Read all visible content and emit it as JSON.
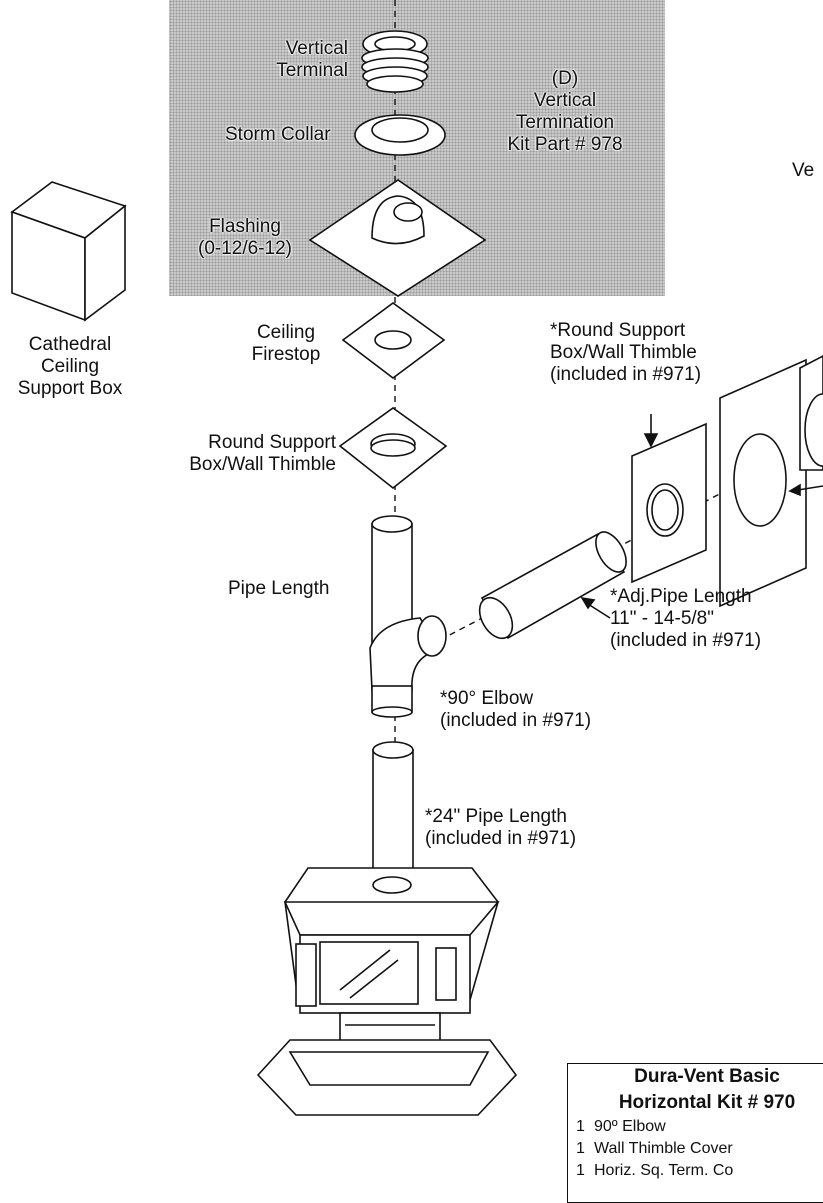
{
  "labels": {
    "vertical_terminal": [
      "Vertical",
      "Terminal"
    ],
    "storm_collar": "Storm Collar",
    "vertical_kit": [
      "(D)",
      "Vertical",
      "Termination",
      "Kit Part # 978"
    ],
    "flashing": [
      "Flashing",
      "(0-12/6-12)"
    ],
    "cathedral_box": [
      "Cathedral",
      "Ceiling",
      "Support Box"
    ],
    "ceiling_firestop": [
      "Ceiling",
      "Firestop"
    ],
    "round_support": [
      "Round Support",
      "Box/Wall Thimble"
    ],
    "round_support_star": [
      "*Round Support",
      "Box/Wall Thimble",
      "(included in #971)"
    ],
    "pipe_length": "Pipe Length",
    "adj_pipe": [
      "*Adj.Pipe Length",
      "11\" - 14-5/8\"",
      "(included in #971)"
    ],
    "elbow": [
      "*90° Elbow",
      "(included in #971)"
    ],
    "pipe_24": [
      "*24\" Pipe Length",
      "(included in #971)"
    ],
    "ve_partial": "Ve"
  },
  "kit_table": {
    "title_line1": "Dura-Vent Basic",
    "title_line2": "Horizontal Kit # 970",
    "rows": [
      {
        "qty": "1",
        "item": "90º Elbow"
      },
      {
        "qty": "1",
        "item": "Wall Thimble Cover"
      },
      {
        "qty": "1",
        "item": "Horiz. Sq. Term. Co"
      }
    ]
  }
}
